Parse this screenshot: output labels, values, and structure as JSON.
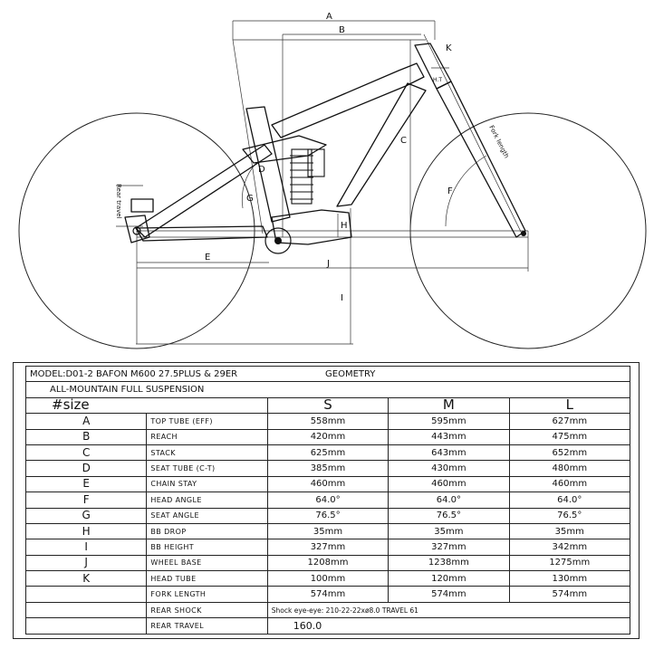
{
  "diagram": {
    "dimension_letters": [
      "A",
      "B",
      "C",
      "D",
      "E",
      "F",
      "G",
      "H",
      "I",
      "J",
      "K"
    ],
    "rotated_labels": {
      "rear_travel": "Rear travel",
      "fork_length": "Fork length",
      "head_angle_mark": "H.T"
    }
  },
  "table": {
    "model": "MODEL:D01-2 BAFON M600  27.5PLUS & 29ER",
    "geometry": "GEOMETRY",
    "subtitle": "ALL-MOUNTAIN FULL SUSPENSION",
    "size_header": "#size",
    "sizes": [
      "S",
      "M",
      "L"
    ],
    "rows": [
      {
        "key": "A",
        "param": "TOP TUBE (EFF)",
        "s": "558mm",
        "m": "595mm",
        "l": "627mm"
      },
      {
        "key": "B",
        "param": "REACH",
        "s": "420mm",
        "m": "443mm",
        "l": "475mm"
      },
      {
        "key": "C",
        "param": "STACK",
        "s": "625mm",
        "m": "643mm",
        "l": "652mm"
      },
      {
        "key": "D",
        "param": "SEAT TUBE (C-T)",
        "s": "385mm",
        "m": "430mm",
        "l": "480mm"
      },
      {
        "key": "E",
        "param": "CHAIN STAY",
        "s": "460mm",
        "m": "460mm",
        "l": "460mm"
      },
      {
        "key": "F",
        "param": "HEAD ANGLE",
        "s": "64.0°",
        "m": "64.0°",
        "l": "64.0°"
      },
      {
        "key": "G",
        "param": "SEAT ANGLE",
        "s": "76.5°",
        "m": "76.5°",
        "l": "76.5°"
      },
      {
        "key": "H",
        "param": "BB DROP",
        "s": "35mm",
        "m": "35mm",
        "l": "35mm"
      },
      {
        "key": "I",
        "param": "BB HEIGHT",
        "s": "327mm",
        "m": "327mm",
        "l": "342mm"
      },
      {
        "key": "J",
        "param": "WHEEL BASE",
        "s": "1208mm",
        "m": "1238mm",
        "l": "1275mm"
      },
      {
        "key": "K",
        "param": "HEAD TUBE",
        "s": "100mm",
        "m": "120mm",
        "l": "130mm"
      },
      {
        "key": "",
        "param": "FORK LENGTH",
        "s": "574mm",
        "m": "574mm",
        "l": "574mm"
      }
    ],
    "rear_shock": {
      "param": "REAR SHOCK",
      "value": "Shock eye-eye: 210-22-22xø8.0 TRAVEL 61"
    },
    "rear_travel": {
      "param": "REAR TRAVEL",
      "value": "160.0"
    }
  }
}
